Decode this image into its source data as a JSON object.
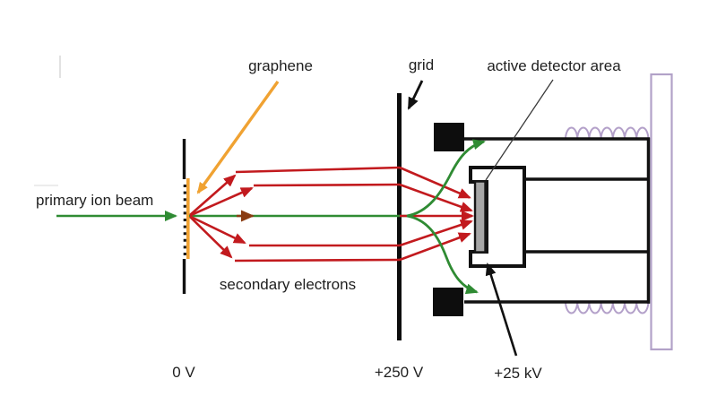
{
  "figure": {
    "title_hint": "ion beam / graphene secondary-electron detector schematic",
    "labels": {
      "graphene": "graphene",
      "grid": "grid",
      "active_detector_area": "active detector area",
      "primary_ion_beam": "primary ion beam",
      "secondary_electrons": "secondary electrons",
      "voltage_sample": "0 V",
      "voltage_grid": "+250 V",
      "voltage_detector": "+25 kV"
    },
    "colors": {
      "ion_beam_green": "#2f8b33",
      "electron_red": "#c21a1e",
      "deflected_arrowhead_brown": "#8a3c12",
      "graphene_orange": "#f0a232",
      "insulator_purple": "#b3a0c9",
      "active_area_gray": "#a6a6a6",
      "structure_black": "#111111"
    }
  }
}
